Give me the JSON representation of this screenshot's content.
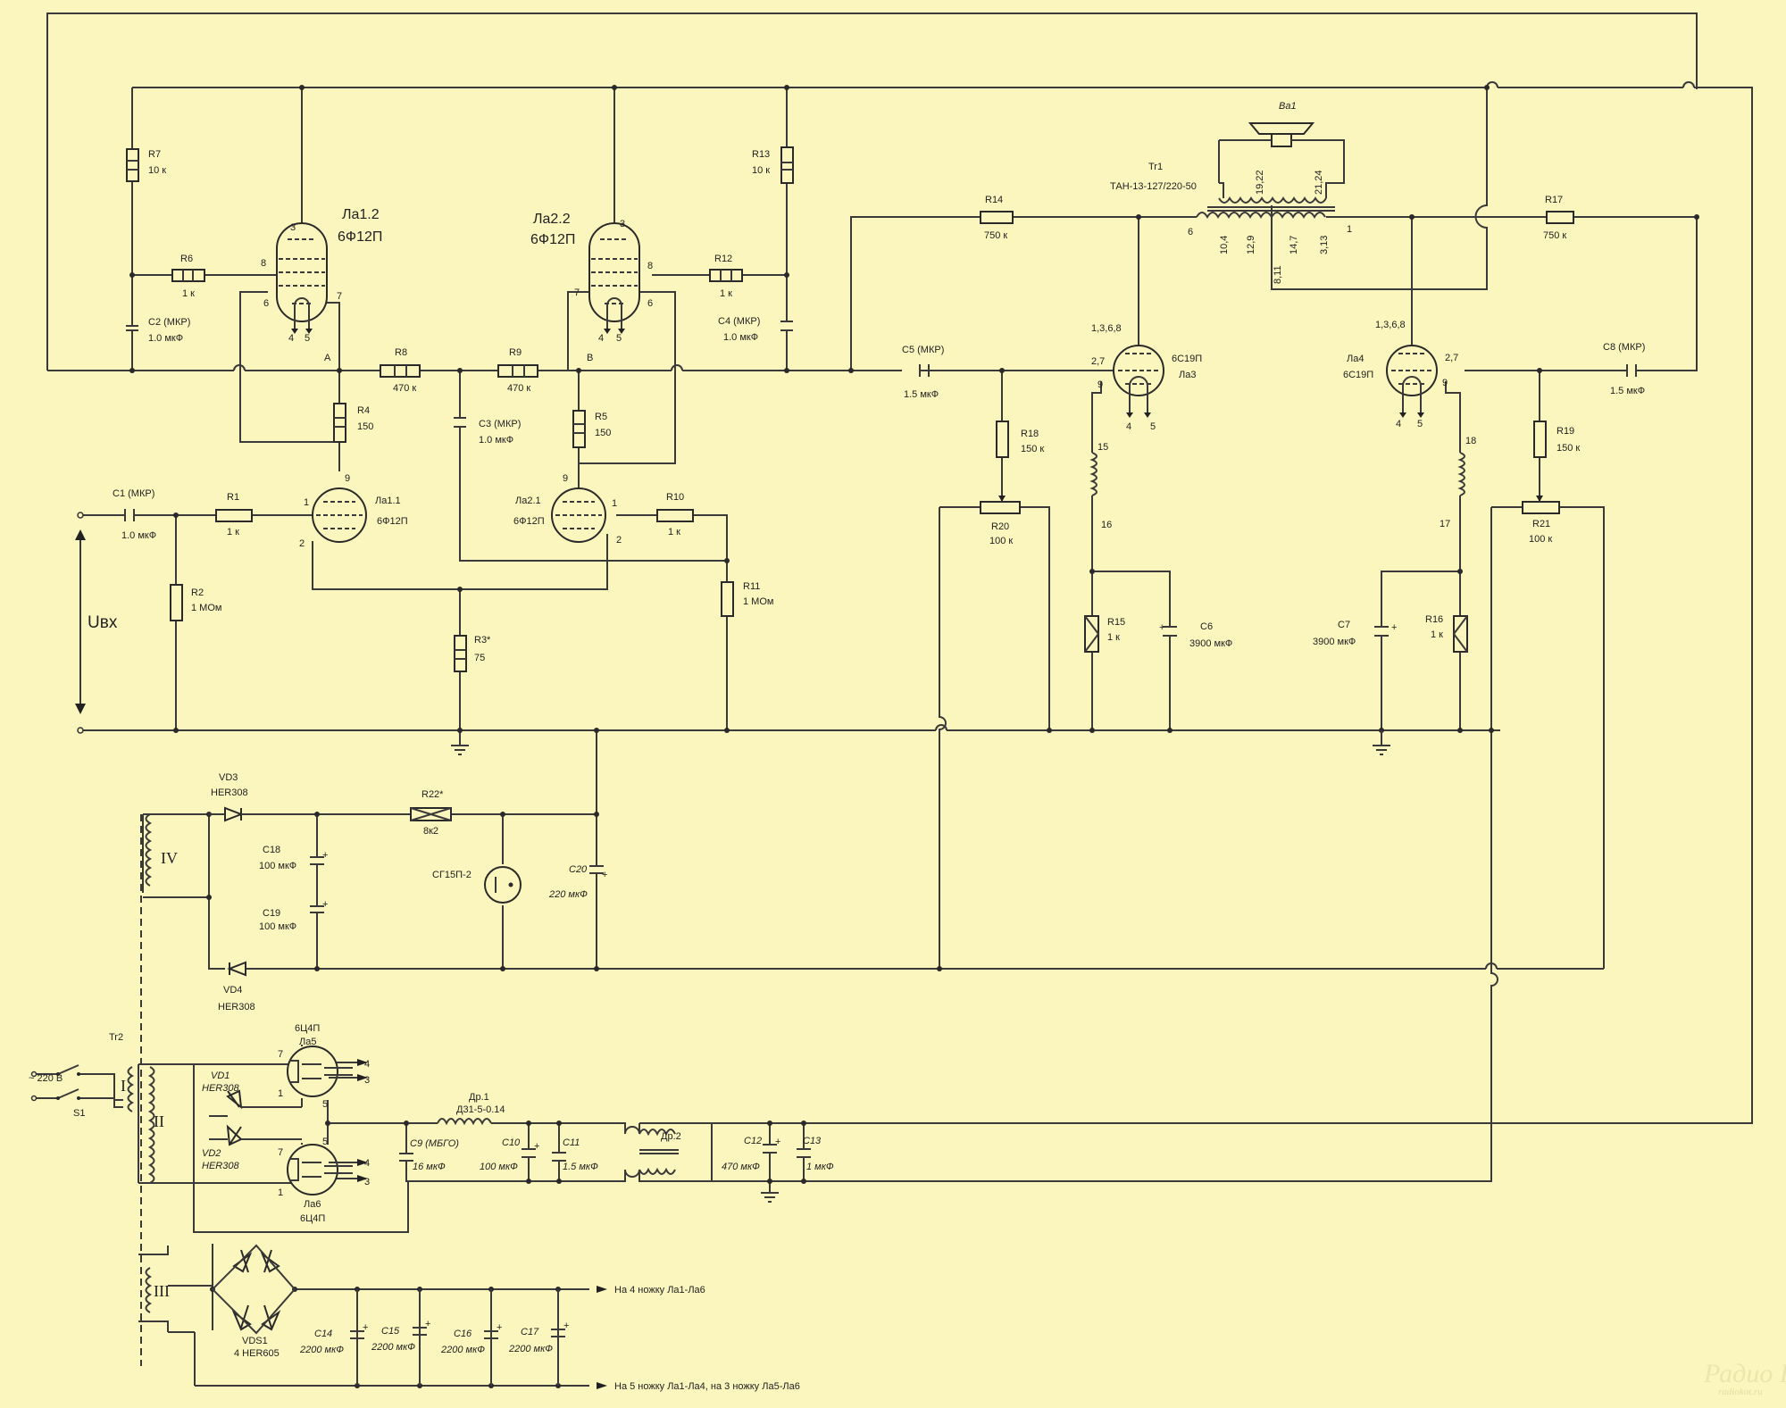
{
  "labels": {
    "R1": "R1",
    "R1_val": "1 к",
    "R2": "R2",
    "R2_val": "1 МОм",
    "R3": "R3*",
    "R3_val": "75",
    "R4": "R4",
    "R4_val": "150",
    "R5": "R5",
    "R5_val": "150",
    "R6": "R6",
    "R6_val": "1 к",
    "R7": "R7",
    "R7_val": "10 к",
    "R8": "R8",
    "R8_val": "470 к",
    "R9": "R9",
    "R9_val": "470 к",
    "R10": "R10",
    "R10_val": "1 к",
    "R11": "R11",
    "R11_val": "1 МОм",
    "R12": "R12",
    "R12_val": "1 к",
    "R13": "R13",
    "R13_val": "10 к",
    "R14": "R14",
    "R14_val": "750 к",
    "R15": "R15",
    "R15_val": "1 к",
    "R16": "R16",
    "R16_val": "1 к",
    "R17": "R17",
    "R17_val": "750 к",
    "R18": "R18",
    "R18_val": "150 к",
    "R19": "R19",
    "R19_val": "150 к",
    "R20": "R20",
    "R20_val": "100 к",
    "R21": "R21",
    "R21_val": "100 к",
    "R22": "R22*",
    "R22_val": "8к2",
    "C1": "C1 (МКР)",
    "C1_val": "1.0 мкФ",
    "C2": "C2 (МКР)",
    "C2_val": "1.0 мкФ",
    "C3": "C3 (МКР)",
    "C3_val": "1.0 мкФ",
    "C4": "C4 (МКР)",
    "C4_val": "1.0 мкФ",
    "C5": "C5 (МКР)",
    "C5_val": "1.5 мкФ",
    "C6": "C6",
    "C6_val": "3900 мкФ",
    "C7": "C7",
    "C7_val": "3900 мкФ",
    "C8": "C8 (МКР)",
    "C8_val": "1.5 мкФ",
    "C9": "C9 (МБГО)",
    "C9_val": "16 мкФ",
    "C10": "C10",
    "C10_val": "100 мкФ",
    "C11": "C11",
    "C11_val": "1.5 мкФ",
    "C12": "C12",
    "C12_val": "470 мкФ",
    "C13": "C13",
    "C13_val": "1 мкФ",
    "C14": "C14",
    "C14_val": "2200 мкФ",
    "C15": "C15",
    "C15_val": "2200 мкФ",
    "C16": "C16",
    "C16_val": "2200 мкФ",
    "C17": "C17",
    "C17_val": "2200 мкФ",
    "C18": "C18",
    "C18_val": "100 мкФ",
    "C19": "C19",
    "C19_val": "100 мкФ",
    "C20": "C20",
    "C20_val": "220 мкФ",
    "La1_2": "Ла1.2",
    "La1_2_type": "6Ф12П",
    "La2_2": "Ла2.2",
    "La2_2_type": "6Ф12П",
    "La1_1": "Ла1.1",
    "La1_1_type": "6Ф12П",
    "La2_1": "Ла2.1",
    "La2_1_type": "6Ф12П",
    "La3": "Ла3",
    "La3_type": "6С19П",
    "La4": "Ла4",
    "La4_type": "6С19П",
    "La5": "Ла5",
    "La5_type": "6Ц4П",
    "La6": "Ла6",
    "La6_type": "6Ц4П",
    "Tr1": "Tr1",
    "Tr1_type": "ТАН-13-127/220-50",
    "Tr2": "Tr2",
    "Ba1": "Ba1",
    "Dr1": "Др.1",
    "Dr1_type": "Д31-5-0.14",
    "Dr2": "Др.2",
    "VD1": "VD1",
    "VD1_type": "HER308",
    "VD2": "VD2",
    "VD2_type": "HER308",
    "VD3": "VD3",
    "VD3_type": "HER308",
    "VD4": "VD4",
    "VD4_type": "HER308",
    "VDS1": "VDS1",
    "VDS1_type": "4 HER605",
    "SG": "СГ15П-2",
    "S1": "S1",
    "mains": "~ 220 В",
    "uvx": "Uвх",
    "node_A": "A",
    "node_B": "B",
    "winding_I": "I",
    "winding_II": "II",
    "winding_III": "III",
    "winding_IV": "IV",
    "heater_out_1": "На 4 ножку Ла1-Ла6",
    "heater_out_2": "На 5 ножку Ла1-Ла4, на 3 ножку Ла5-Ла6",
    "tr1_pins": [
      "6",
      "10,4",
      "12,9",
      "19,22",
      "8,11",
      "14,7",
      "21,24",
      "3,13",
      "1"
    ],
    "pins": [
      "1",
      "2",
      "3",
      "4",
      "5",
      "6",
      "7",
      "8",
      "9",
      "1,3,6,8",
      "2,7",
      "15",
      "16",
      "17",
      "18"
    ]
  },
  "watermark": {
    "main": "Радио КОТ",
    "site": "radiokot.ru"
  }
}
